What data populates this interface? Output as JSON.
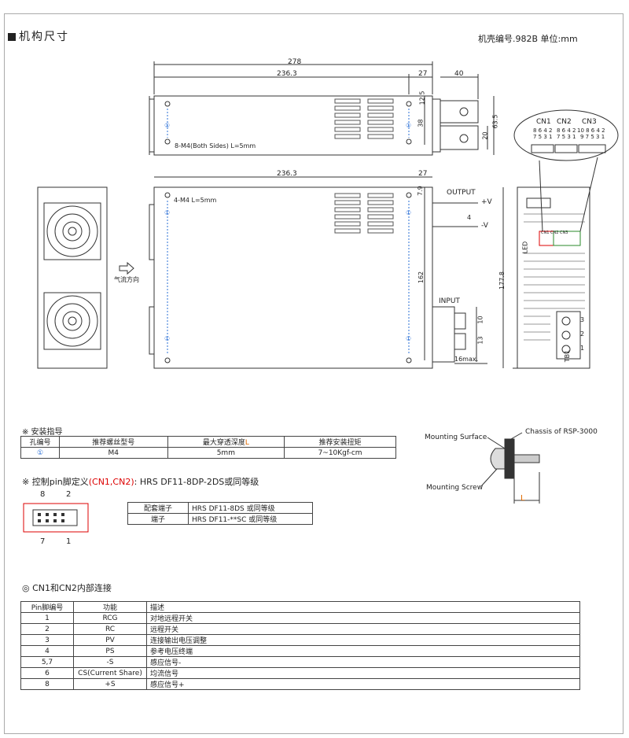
{
  "header": {
    "section_title": "机构尺寸",
    "case_info": "机壳编号.982B   单位:mm"
  },
  "drawing_top": {
    "dim_278": "278",
    "dim_236_3": "236.3",
    "dim_27": "27",
    "dim_40": "40",
    "dim_12_5": "12.5",
    "dim_38": "38",
    "dim_63_5": "63.5",
    "dim_20": "20",
    "screw_label": "8-M4(Both Sides) L=5mm",
    "circle_mark": "①"
  },
  "drawing_main": {
    "dim_236_3": "236.3",
    "dim_27": "27",
    "dim_7_9": "7.9",
    "dim_162": "162",
    "dim_177_8": "177.8",
    "dim_4": "4",
    "dim_10": "10",
    "dim_13": "13",
    "dim_16max": "16max.",
    "screw_label": "4-M4 L=5mm",
    "output_label": "OUTPUT",
    "pos_v": "+V",
    "neg_v": "-V",
    "input_label": "INPUT",
    "airflow_label": "气流方向",
    "led_label": "LED",
    "tb1_label": "TB1",
    "tb_nums": [
      "3",
      "2",
      "1"
    ],
    "cn_small": [
      "CN1",
      "CN2",
      "CN3"
    ],
    "circle_mark": "①"
  },
  "connector_inset": {
    "labels": [
      "CN1",
      "CN2",
      "CN3"
    ],
    "cn1_top": "8 6 4 2",
    "cn1_bot": "7 5 3 1",
    "cn2_top": "8 6 4 2",
    "cn2_bot": "7 5 3 1",
    "cn3_top": "10 8 6 4 2",
    "cn3_bot": "9 7 5 3 1"
  },
  "install_guide": {
    "title": "※ 安装指导",
    "headers": [
      "孔编号",
      "推荐螺丝型号",
      "最大穿透深度L",
      "推荐安装扭矩"
    ],
    "row": [
      "①",
      "M4",
      "5mm",
      "7~10Kgf-cm"
    ],
    "depth_letter": "L"
  },
  "mounting": {
    "surface": "Mounting Surface",
    "chassis": "Chassis of RSP-3000",
    "screw": "Mounting Screw",
    "letter": "L"
  },
  "pin_def": {
    "prefix": "※ 控制pin脚定义",
    "connectors": "(CN1,CN2)",
    "suffix": ": HRS DF11-8DP-2DS或同等级",
    "pin_8": "8",
    "pin_2": "2",
    "pin_7": "7",
    "pin_1": "1",
    "mating": [
      {
        "name": "配套端子",
        "value": "HRS DF11-8DS 或同等级"
      },
      {
        "name": "端子",
        "value": "HRS DF11-**SC 或同等级"
      }
    ]
  },
  "cn_table": {
    "title": "◎ CN1和CN2内部连接",
    "headers": [
      "Pin脚编号",
      "功能",
      "描述"
    ],
    "rows": [
      {
        "pin": "1",
        "func": "RCG",
        "desc": "对地远程开关"
      },
      {
        "pin": "2",
        "func": "RC",
        "desc": "远程开关"
      },
      {
        "pin": "3",
        "func": "PV",
        "desc": "连接输出电压调整"
      },
      {
        "pin": "4",
        "func": "PS",
        "desc": "参考电压终端"
      },
      {
        "pin": "5,7",
        "func": "-S",
        "desc": "感应信号-"
      },
      {
        "pin": "6",
        "func": "CS(Current Share)",
        "desc": "均流信号"
      },
      {
        "pin": "8",
        "func": "+S",
        "desc": "感应信号+"
      }
    ]
  }
}
